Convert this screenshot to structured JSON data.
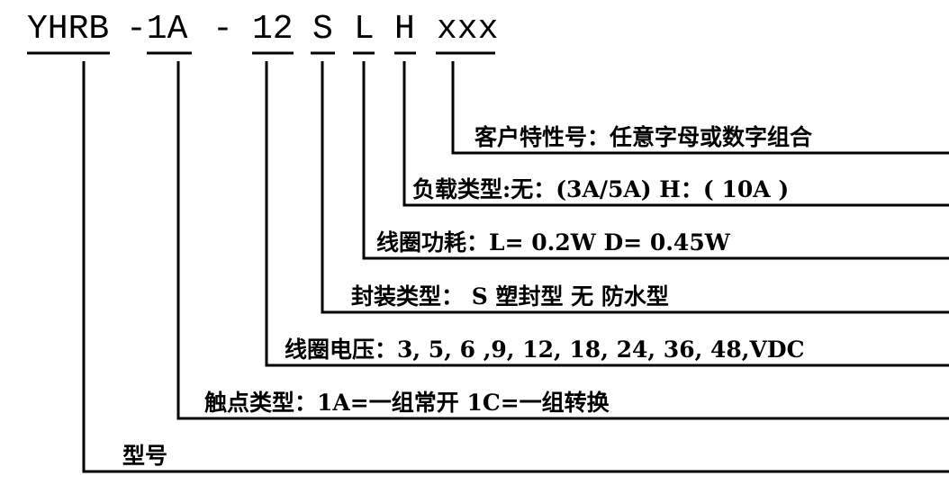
{
  "code": {
    "segments": [
      "YHRB",
      "-1A",
      "-",
      "12",
      "S",
      "L",
      "H",
      "xxx"
    ]
  },
  "descriptions": {
    "model": "型号",
    "contact_type": "触点类型：1A=一组常开  1C=一组转换",
    "coil_voltage": "线圈电压：3, 5, 6 ,9, 12, 18, 24, 36, 48,VDC",
    "package_type": "封装类型： S 塑封型  无 防水型",
    "coil_power": "线圈功耗：L= 0.2W  D= 0.45W",
    "load_type": "负载类型:无：(3A/5A) H：( 10A )",
    "customer_code": "客户特性号：任意字母或数字组合"
  }
}
